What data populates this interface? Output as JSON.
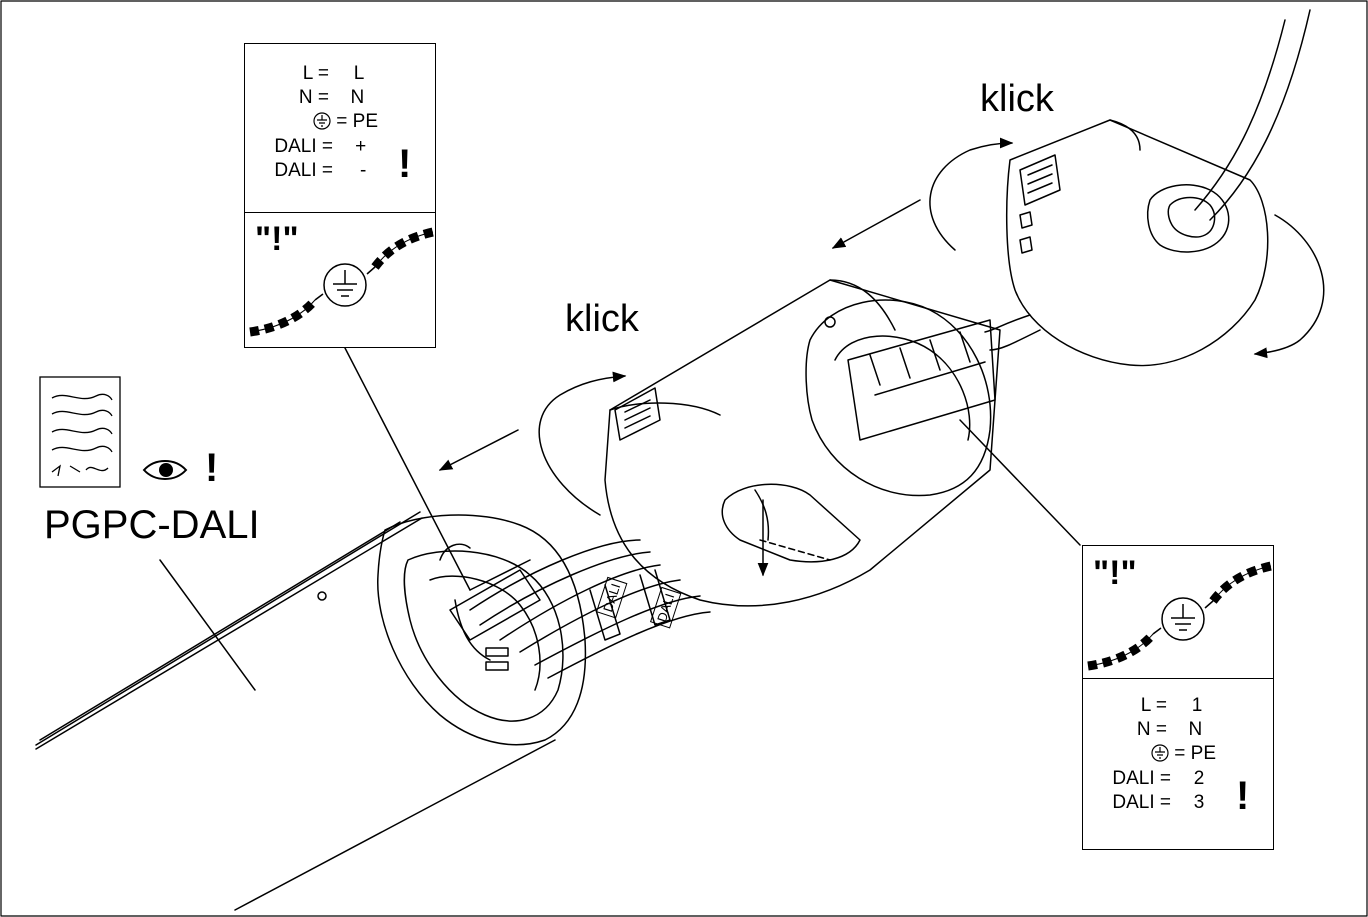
{
  "labels": {
    "klick_top": "klick",
    "klick_mid": "klick",
    "model": "PGPC-DALI",
    "exclaim_model": "!"
  },
  "panel_left": {
    "rows": [
      {
        "key": "L =",
        "value": "L"
      },
      {
        "key": "N =",
        "value": "N"
      },
      {
        "key": "= PE",
        "value": ""
      },
      {
        "key": "DALI =",
        "value": "+"
      },
      {
        "key": "DALI =",
        "value": "-"
      }
    ],
    "exclaim": "!",
    "quote": "\"!\""
  },
  "panel_right": {
    "rows": [
      {
        "key": "L =",
        "value": "1"
      },
      {
        "key": "N =",
        "value": "N"
      },
      {
        "key": "= PE",
        "value": ""
      },
      {
        "key": "DALI =",
        "value": "2"
      },
      {
        "key": "DALI =",
        "value": "3"
      }
    ],
    "exclaim": "!",
    "quote": "\"!\""
  },
  "cable_tags": [
    "DALI",
    "DALI"
  ],
  "icons": [
    "instruction-sheet-icon",
    "eye-icon",
    "earth-ground-icon",
    "arrow-icon"
  ]
}
